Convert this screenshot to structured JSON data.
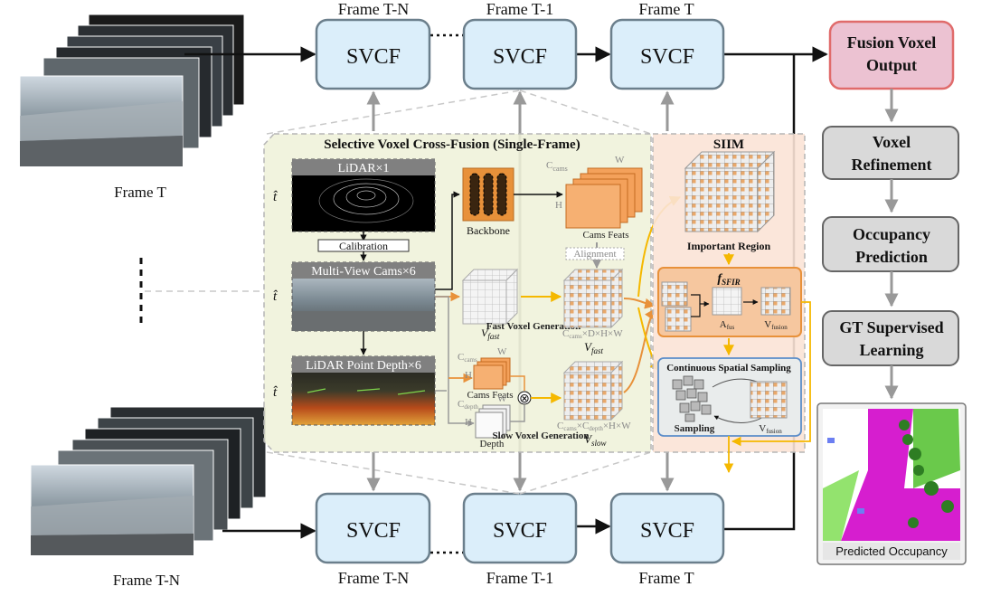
{
  "top": {
    "frames_caption": "Frame T",
    "svcf": [
      {
        "label": "SVCF",
        "frame": "Frame T-N"
      },
      {
        "label": "SVCF",
        "frame": "Frame T-1"
      },
      {
        "label": "SVCF",
        "frame": "Frame T"
      }
    ]
  },
  "bottom": {
    "frames_caption": "Frame T-N",
    "svcf": [
      {
        "label": "SVCF",
        "frame": "Frame T-N"
      },
      {
        "label": "SVCF",
        "frame": "Frame T-1"
      },
      {
        "label": "SVCF",
        "frame": "Frame T"
      }
    ]
  },
  "svcf_panel": {
    "title": "Selective Voxel Cross-Fusion (Single-Frame)",
    "t_hat": "t̂",
    "lidar": "LiDAR×1",
    "calibration": "Calibration",
    "multiview": "Multi-View Cams×6",
    "lidar_depth": "LiDAR Point Depth×6",
    "backbone": "Backbone",
    "c_cams": "C",
    "c_cams_sub": "cams",
    "w": "W",
    "h": "H",
    "cams_feats": "Cams Feats",
    "alignment": "Alignment",
    "v_fast": "V",
    "v_fast_sub": "fast",
    "fast_gen": "Fast Voxel Generation",
    "fast_dims": "C",
    "fast_dims_rest": "×D×H×W",
    "cams_feats_small": "Cams Feats",
    "c_depth": "C",
    "c_depth_sub": "depth",
    "depth": "Depth",
    "slow_gen": "Slow Voxel Generation",
    "slow_dims": "C",
    "slow_dims_rest": "×C",
    "slow_dims_tail": "×H×W",
    "v_slow": "V",
    "v_slow_sub": "slow",
    "cross": "⊗"
  },
  "siim": {
    "title": "SIIM",
    "important_region": "Important Region",
    "fsfir": "f",
    "fsfir_sub": "SFIR",
    "a_fus": "A",
    "a_fus_sub": "fus",
    "v_fusion": "V",
    "v_fusion_sub": "fusion",
    "css_title": "Continuous Spatial Sampling",
    "sampling": "Sampling",
    "v_fusion2": "V",
    "v_fusion2_sub": "fusion"
  },
  "pipeline": {
    "output": "Fusion Voxel Output",
    "refinement": "Voxel Refinement",
    "occupancy": "Occupancy Prediction",
    "gt": "GT Supervised Learning",
    "predicted": "Predicted Occupancy"
  },
  "colors": {
    "svcf_fill": "#dbeefa",
    "svcf_stroke": "#6b7f8c",
    "output_fill": "#ecc2d2",
    "output_stroke": "#e06b6b",
    "gray_box": "#d9d9d9",
    "panel_green": "#eef1d8",
    "panel_siim": "#fbe3d6",
    "orange": "#e8913a",
    "yellow_arrow": "#f5b800"
  }
}
